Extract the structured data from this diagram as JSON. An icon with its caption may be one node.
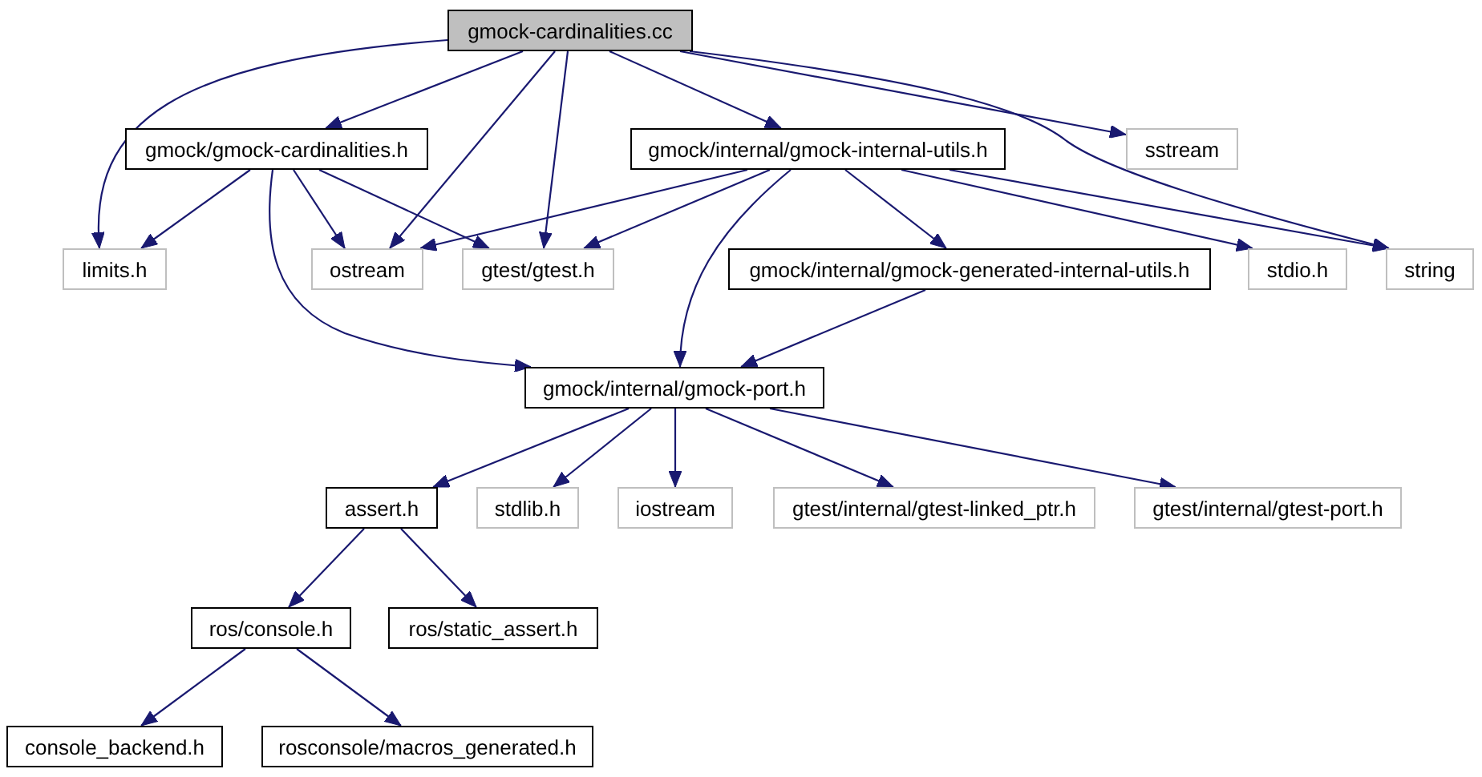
{
  "diagram": {
    "nodes": [
      {
        "text": [
          "gmock-cardinalities.cc"
        ]
      },
      {
        "text": [
          "gmock/gmock-cardinalities.h"
        ]
      },
      {
        "text": [
          "gmock/internal/gmock-internal-utils.h"
        ]
      },
      {
        "text": [
          "sstream"
        ]
      },
      {
        "text": [
          "limits.h"
        ]
      },
      {
        "text": [
          "ostream"
        ]
      },
      {
        "text": [
          "gtest/gtest.h"
        ]
      },
      {
        "text": [
          "gmock/internal/gmock-generated-internal-utils.h"
        ]
      },
      {
        "text": [
          "stdio.h"
        ]
      },
      {
        "text": [
          "string"
        ]
      },
      {
        "text": [
          "gmock/internal/gmock-port.h"
        ]
      },
      {
        "text": [
          "assert.h"
        ]
      },
      {
        "text": [
          "stdlib.h"
        ]
      },
      {
        "text": [
          "iostream"
        ]
      },
      {
        "text": [
          "gtest/internal/gtest-linked_ptr.h"
        ]
      },
      {
        "text": [
          "gtest/internal/gtest-port.h"
        ]
      },
      {
        "text": [
          "ros/console.h"
        ]
      },
      {
        "text": [
          "ros/static_assert.h"
        ]
      },
      {
        "text": [
          "console_backend.h"
        ]
      },
      {
        "text": [
          "rosconsole/macros_generated.h"
        ]
      }
    ],
    "edges": [
      {
        "from": 0,
        "to": 4,
        "arrow": "to"
      },
      {
        "from": 0,
        "to": 1,
        "arrow": "to"
      },
      {
        "from": 0,
        "to": 5,
        "arrow": "to"
      },
      {
        "from": 0,
        "to": 6,
        "arrow": "to"
      },
      {
        "from": 0,
        "to": 2,
        "arrow": "to"
      },
      {
        "from": 0,
        "to": 3,
        "arrow": "to"
      },
      {
        "from": 0,
        "to": 9,
        "arrow": "to"
      },
      {
        "from": 1,
        "to": 4,
        "arrow": "to"
      },
      {
        "from": 1,
        "to": 10,
        "arrow": "to"
      },
      {
        "from": 1,
        "to": 5,
        "arrow": "to"
      },
      {
        "from": 1,
        "to": 6,
        "arrow": "to"
      },
      {
        "from": 2,
        "to": 5,
        "arrow": "to"
      },
      {
        "from": 2,
        "to": 6,
        "arrow": "to"
      },
      {
        "from": 2,
        "to": 10,
        "arrow": "to"
      },
      {
        "from": 2,
        "to": 7,
        "arrow": "to"
      },
      {
        "from": 2,
        "to": 8,
        "arrow": "to"
      },
      {
        "from": 2,
        "to": 9,
        "arrow": "to"
      },
      {
        "from": 7,
        "to": 10,
        "arrow": "to"
      },
      {
        "from": 10,
        "to": 11,
        "arrow": "to"
      },
      {
        "from": 10,
        "to": 12,
        "arrow": "to"
      },
      {
        "from": 10,
        "to": 13,
        "arrow": "to"
      },
      {
        "from": 10,
        "to": 14,
        "arrow": "to"
      },
      {
        "from": 10,
        "to": 15,
        "arrow": "to"
      },
      {
        "from": 11,
        "to": 16,
        "arrow": "to"
      },
      {
        "from": 11,
        "to": 17,
        "arrow": "to"
      },
      {
        "from": 16,
        "to": 18,
        "arrow": "to"
      },
      {
        "from": 16,
        "to": 19,
        "arrow": "to"
      }
    ]
  }
}
